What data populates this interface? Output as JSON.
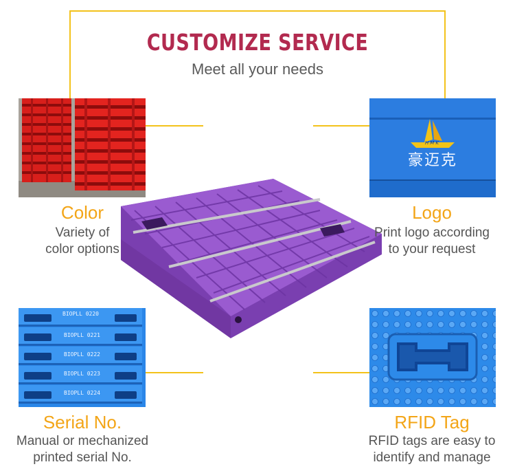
{
  "header": {
    "title": "CUSTOMIZE SERVICE",
    "subtitle": "Meet all your needs"
  },
  "features": {
    "color": {
      "title": "Color",
      "desc_line1": "Variety of",
      "desc_line2": "color options"
    },
    "logo": {
      "title": "Logo",
      "desc_line1": "Print logo according",
      "desc_line2": "to your request",
      "photo_brand": "HMK",
      "photo_text": "豪迈克"
    },
    "serial": {
      "title": "Serial No.",
      "desc_line1": "Manual or mechanized",
      "desc_line2": "printed serial No.",
      "photo_codes": [
        "BIOPLL 0220",
        "BIOPLL 0221",
        "BIOPLL 0222",
        "BIOPLL 0223",
        "BIOPLL 0224"
      ]
    },
    "rfid": {
      "title": "RFID Tag",
      "desc_line1": "RFID tags are easy to",
      "desc_line2": "identify and manage"
    }
  },
  "colors": {
    "accent_yellow": "#f3c21a",
    "title_red": "#b22a4f",
    "feature_orange": "#f3a517",
    "pallet_purple": "#8a4fc0"
  }
}
